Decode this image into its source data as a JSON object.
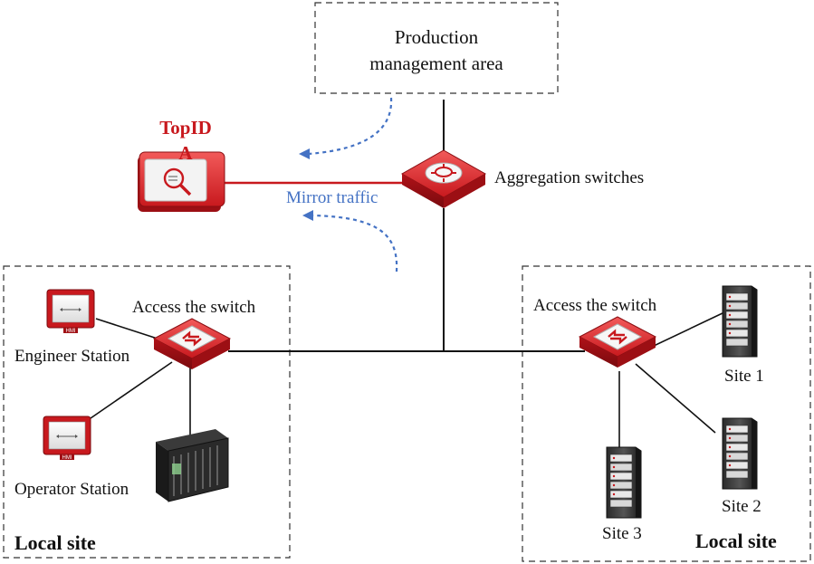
{
  "diagram": {
    "production_area_label_line1": "Production",
    "production_area_label_line2": "management area",
    "topida_label_line1": "TopID",
    "topida_label_line2": "A",
    "aggregation_label": "Aggregation switches",
    "mirror_label": "Mirror traffic",
    "left_access_label": "Access the switch",
    "right_access_label": "Access the switch",
    "engineer_label": "Engineer Station",
    "operator_label": "Operator Station",
    "left_site_label": "Local site",
    "right_site_label": "Local site",
    "site1_label": "Site 1",
    "site2_label": "Site 2",
    "site3_label": "Site 3",
    "hmi_text": "HMI"
  },
  "colors": {
    "accent_red": "#c8191e",
    "mirror_blue": "#4472c4",
    "line_black": "#111111"
  },
  "icons": {
    "aggregation": "aggregation-switch-icon",
    "access": "access-switch-icon",
    "topida": "topida-appliance-icon",
    "hmi": "hmi-monitor-icon",
    "rack": "server-rack-icon",
    "plc": "plc-controller-icon"
  }
}
